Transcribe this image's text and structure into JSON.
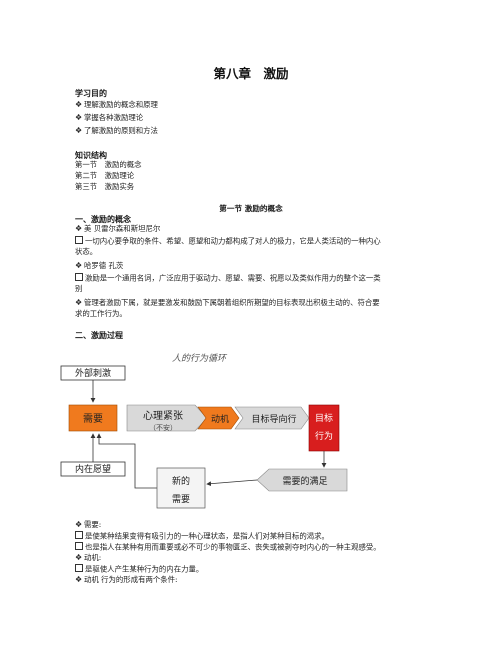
{
  "title": "第八章　激励",
  "objectives": {
    "heading": "学习目的",
    "items": [
      "理解激励的概念和原理",
      "掌握各种激励理论",
      "了解激励的原则和方法"
    ]
  },
  "structure": {
    "heading": "知识结构",
    "items": [
      "第一节　激励的概念",
      "第二节　激励理论",
      "第三节　激励实务"
    ]
  },
  "section1": {
    "title": "第一节  激励的概念",
    "sub1": "一、激励的概念",
    "lines": [
      "美 贝雷尔森和斯坦尼尔",
      "一切内心要争取的条件、希望、愿望和动力都构成了对人的极力，它是人类活动的一种内心",
      "状态。",
      "哈罗德 孔茨",
      "激励是一个通用名词，广泛应用于驱动力、愿望、需要、祝愿以及类似作用力的整个这一类",
      "别",
      "管理者激励下属，就是要激发和鼓励下属朝着组织所期望的目标表现出积极主动的、符合要",
      "求的工作行为。"
    ],
    "sub2": "二、激励过程"
  },
  "diagram": {
    "title": "人的行为循环",
    "boxes": {
      "external": "外部刺激",
      "need": "需要",
      "tension": "心理紧张",
      "tension_sub": "（不安）",
      "motive": "动机",
      "goal_behavior": "目标导向行",
      "goal1": "目标",
      "goal2": "行为",
      "internal": "内在愿望",
      "new1": "新的",
      "new2": "需要",
      "satisfied": "需要的满足"
    },
    "colors": {
      "orange": "#f07a1e",
      "red": "#d81e1e",
      "gray": "#d9d9d9"
    }
  },
  "bottom": {
    "lines": [
      "需要:",
      "是使某种结果变得有吸引力的一种心理状态，是指人们对某种目标的渴求。",
      "也是指人在某种有用而重要或必不可少的事物匮乏、丧失或被剥夺时内心的一种主观感受。",
      "动机:",
      "是驱使人产生某种行为的内在力量。",
      "动机 行为的形成有两个条件:"
    ]
  }
}
